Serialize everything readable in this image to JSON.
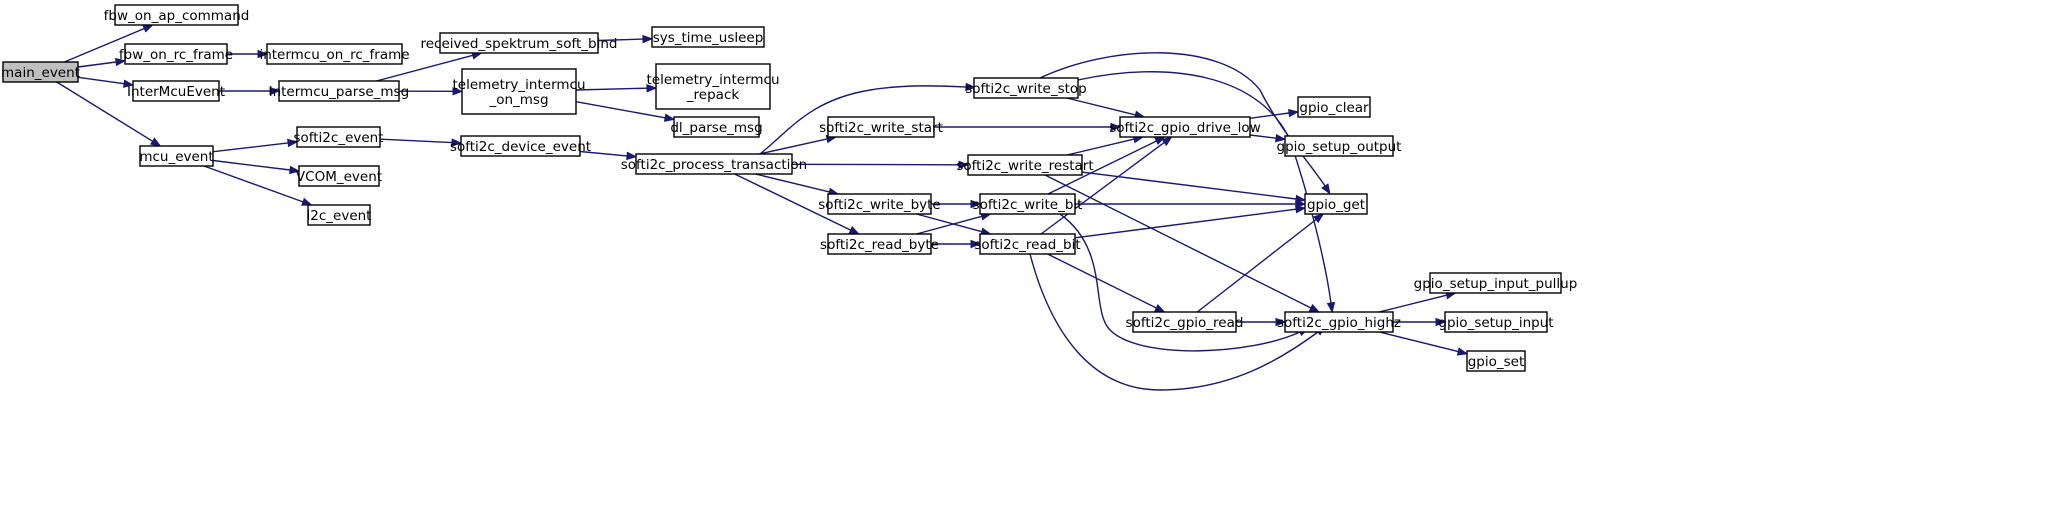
{
  "graph": {
    "nodes": [
      {
        "id": "main_event",
        "lines": [
          "main_event"
        ],
        "root": true
      },
      {
        "id": "fbw_on_ap_command",
        "lines": [
          "fbw_on_ap_command"
        ]
      },
      {
        "id": "fbw_on_rc_frame",
        "lines": [
          "fbw_on_rc_frame"
        ]
      },
      {
        "id": "intermcu_on_rc_frame",
        "lines": [
          "intermcu_on_rc_frame"
        ]
      },
      {
        "id": "InterMcuEvent",
        "lines": [
          "InterMcuEvent"
        ]
      },
      {
        "id": "intermcu_parse_msg",
        "lines": [
          "intermcu_parse_msg"
        ]
      },
      {
        "id": "received_spektrum_soft_bind",
        "lines": [
          "received_spektrum_soft_bind"
        ]
      },
      {
        "id": "sys_time_usleep",
        "lines": [
          "sys_time_usleep"
        ]
      },
      {
        "id": "telemetry_intermcu_on_msg",
        "lines": [
          "telemetry_intermcu",
          "_on_msg"
        ]
      },
      {
        "id": "telemetry_intermcu_repack",
        "lines": [
          "telemetry_intermcu",
          "_repack"
        ]
      },
      {
        "id": "dl_parse_msg",
        "lines": [
          "dl_parse_msg"
        ]
      },
      {
        "id": "mcu_event",
        "lines": [
          "mcu_event"
        ]
      },
      {
        "id": "softi2c_event",
        "lines": [
          "softi2c_event"
        ]
      },
      {
        "id": "VCOM_event",
        "lines": [
          "VCOM_event"
        ]
      },
      {
        "id": "i2c_event",
        "lines": [
          "i2c_event"
        ]
      },
      {
        "id": "softi2c_device_event",
        "lines": [
          "softi2c_device_event"
        ]
      },
      {
        "id": "softi2c_process_transaction",
        "lines": [
          "softi2c_process_transaction"
        ]
      },
      {
        "id": "softi2c_write_stop",
        "lines": [
          "softi2c_write_stop"
        ]
      },
      {
        "id": "softi2c_write_start",
        "lines": [
          "softi2c_write_start"
        ]
      },
      {
        "id": "softi2c_write_restart",
        "lines": [
          "softi2c_write_restart"
        ]
      },
      {
        "id": "softi2c_write_byte",
        "lines": [
          "softi2c_write_byte"
        ]
      },
      {
        "id": "softi2c_read_byte",
        "lines": [
          "softi2c_read_byte"
        ]
      },
      {
        "id": "softi2c_write_bit",
        "lines": [
          "softi2c_write_bit"
        ]
      },
      {
        "id": "softi2c_read_bit",
        "lines": [
          "softi2c_read_bit"
        ]
      },
      {
        "id": "softi2c_gpio_read",
        "lines": [
          "softi2c_gpio_read"
        ]
      },
      {
        "id": "softi2c_gpio_drive_low",
        "lines": [
          "softi2c_gpio_drive_low"
        ]
      },
      {
        "id": "softi2c_gpio_highz",
        "lines": [
          "softi2c_gpio_highz"
        ]
      },
      {
        "id": "gpio_clear",
        "lines": [
          "gpio_clear"
        ]
      },
      {
        "id": "gpio_setup_output",
        "lines": [
          "gpio_setup_output"
        ]
      },
      {
        "id": "gpio_get",
        "lines": [
          "gpio_get"
        ]
      },
      {
        "id": "gpio_setup_input_pullup",
        "lines": [
          "gpio_setup_input_pullup"
        ]
      },
      {
        "id": "gpio_setup_input",
        "lines": [
          "gpio_setup_input"
        ]
      },
      {
        "id": "gpio_set",
        "lines": [
          "gpio_set"
        ]
      }
    ],
    "edges": [
      {
        "from": "main_event",
        "to": "fbw_on_ap_command"
      },
      {
        "from": "main_event",
        "to": "fbw_on_rc_frame"
      },
      {
        "from": "main_event",
        "to": "InterMcuEvent"
      },
      {
        "from": "main_event",
        "to": "mcu_event"
      },
      {
        "from": "fbw_on_rc_frame",
        "to": "intermcu_on_rc_frame"
      },
      {
        "from": "InterMcuEvent",
        "to": "intermcu_parse_msg"
      },
      {
        "from": "intermcu_parse_msg",
        "to": "received_spektrum_soft_bind"
      },
      {
        "from": "intermcu_parse_msg",
        "to": "telemetry_intermcu_on_msg"
      },
      {
        "from": "received_spektrum_soft_bind",
        "to": "sys_time_usleep"
      },
      {
        "from": "telemetry_intermcu_on_msg",
        "to": "telemetry_intermcu_repack"
      },
      {
        "from": "telemetry_intermcu_on_msg",
        "to": "dl_parse_msg"
      },
      {
        "from": "mcu_event",
        "to": "softi2c_event"
      },
      {
        "from": "mcu_event",
        "to": "VCOM_event"
      },
      {
        "from": "mcu_event",
        "to": "i2c_event"
      },
      {
        "from": "softi2c_event",
        "to": "softi2c_device_event"
      },
      {
        "from": "softi2c_device_event",
        "to": "softi2c_process_transaction"
      },
      {
        "from": "softi2c_process_transaction",
        "to": "softi2c_write_stop"
      },
      {
        "from": "softi2c_process_transaction",
        "to": "softi2c_write_start"
      },
      {
        "from": "softi2c_process_transaction",
        "to": "softi2c_write_restart"
      },
      {
        "from": "softi2c_process_transaction",
        "to": "softi2c_write_byte"
      },
      {
        "from": "softi2c_process_transaction",
        "to": "softi2c_read_byte"
      },
      {
        "from": "softi2c_write_stop",
        "to": "softi2c_gpio_drive_low"
      },
      {
        "from": "softi2c_write_stop",
        "to": "gpio_get"
      },
      {
        "from": "softi2c_write_stop",
        "to": "softi2c_gpio_highz"
      },
      {
        "from": "softi2c_write_start",
        "to": "softi2c_gpio_drive_low"
      },
      {
        "from": "softi2c_write_restart",
        "to": "softi2c_gpio_drive_low"
      },
      {
        "from": "softi2c_write_restart",
        "to": "gpio_get"
      },
      {
        "from": "softi2c_write_restart",
        "to": "softi2c_gpio_highz"
      },
      {
        "from": "softi2c_write_byte",
        "to": "softi2c_write_bit"
      },
      {
        "from": "softi2c_write_byte",
        "to": "softi2c_read_bit"
      },
      {
        "from": "softi2c_read_byte",
        "to": "softi2c_write_bit"
      },
      {
        "from": "softi2c_read_byte",
        "to": "softi2c_read_bit"
      },
      {
        "from": "softi2c_write_bit",
        "to": "softi2c_gpio_drive_low"
      },
      {
        "from": "softi2c_write_bit",
        "to": "gpio_get"
      },
      {
        "from": "softi2c_write_bit",
        "to": "softi2c_gpio_highz"
      },
      {
        "from": "softi2c_read_bit",
        "to": "softi2c_gpio_drive_low"
      },
      {
        "from": "softi2c_read_bit",
        "to": "gpio_get"
      },
      {
        "from": "softi2c_read_bit",
        "to": "softi2c_gpio_read"
      },
      {
        "from": "softi2c_read_bit",
        "to": "softi2c_gpio_highz"
      },
      {
        "from": "softi2c_gpio_read",
        "to": "gpio_get"
      },
      {
        "from": "softi2c_gpio_read",
        "to": "softi2c_gpio_highz"
      },
      {
        "from": "softi2c_gpio_drive_low",
        "to": "gpio_clear"
      },
      {
        "from": "softi2c_gpio_drive_low",
        "to": "gpio_setup_output"
      },
      {
        "from": "softi2c_gpio_highz",
        "to": "gpio_setup_input_pullup"
      },
      {
        "from": "softi2c_gpio_highz",
        "to": "gpio_setup_input"
      },
      {
        "from": "softi2c_gpio_highz",
        "to": "gpio_set"
      }
    ]
  },
  "colors": {
    "edge": "#191970",
    "node_fill": "#ffffff",
    "root_fill": "#bfbfbf",
    "node_stroke": "#000000"
  }
}
